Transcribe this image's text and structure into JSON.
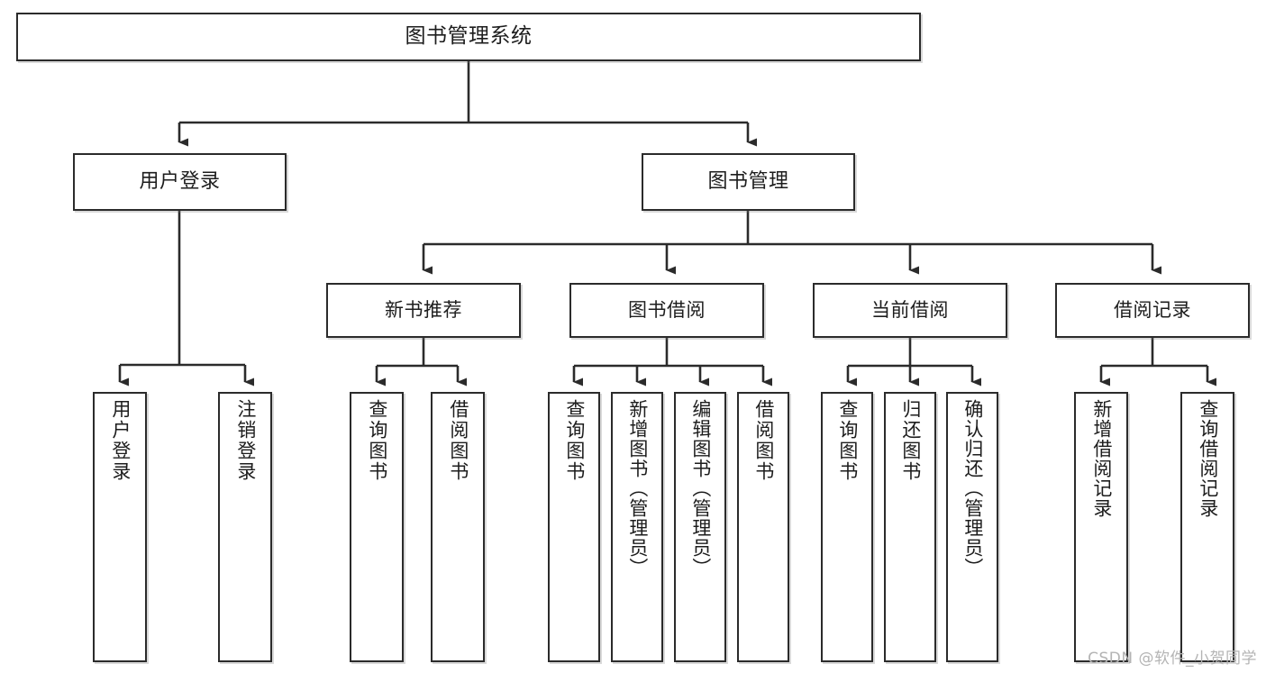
{
  "diagram": {
    "title_node": {
      "label": "图书管理系统"
    },
    "level2": [
      {
        "id": "user-login",
        "label": "用户登录"
      },
      {
        "id": "book-manage",
        "label": "图书管理"
      }
    ],
    "level3": [
      {
        "id": "new-book-recommend",
        "label": "新书推荐"
      },
      {
        "id": "book-borrow",
        "label": "图书借阅"
      },
      {
        "id": "current-borrow",
        "label": "当前借阅"
      },
      {
        "id": "borrow-record",
        "label": "借阅记录"
      }
    ],
    "leaves": {
      "user_login": [
        {
          "id": "user-login-leaf",
          "label": "用户登录"
        },
        {
          "id": "logout-leaf",
          "label": "注销登录"
        }
      ],
      "new_book_recommend": [
        {
          "id": "query-book-1",
          "label": "查询图书"
        },
        {
          "id": "borrow-book-1",
          "label": "借阅图书"
        }
      ],
      "book_borrow": [
        {
          "id": "query-book-2",
          "label": "查询图书"
        },
        {
          "id": "add-book",
          "label": "新增图书（管理员）"
        },
        {
          "id": "edit-book",
          "label": "编辑图书（管理员）"
        },
        {
          "id": "borrow-book-2",
          "label": "借阅图书"
        }
      ],
      "current_borrow": [
        {
          "id": "query-book-3",
          "label": "查询图书"
        },
        {
          "id": "return-book",
          "label": "归还图书"
        },
        {
          "id": "confirm-return",
          "label": "确认归还（管理员）"
        }
      ],
      "borrow_record": [
        {
          "id": "add-borrow-record",
          "label": "新增借阅记录"
        },
        {
          "id": "query-borrow-record",
          "label": "查询借阅记录"
        }
      ]
    }
  },
  "watermark": {
    "text": "CSDN @软件_小贺同学"
  },
  "colors": {
    "background": "#ffffff",
    "box_border": "#2b2b2b",
    "connector": "#2b2b2b",
    "text": "#1d1d1d",
    "watermark": "#b4b4b4"
  }
}
